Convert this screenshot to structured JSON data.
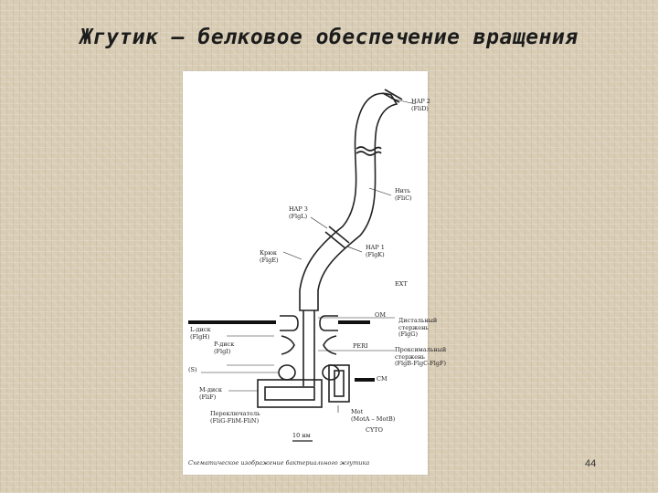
{
  "slide": {
    "title": "Жгутик – белковое обеспечение вращения",
    "page_number": "44"
  },
  "figure": {
    "labels": {
      "hap2": "HAP 2",
      "hap2_sub": "(FliD)",
      "filament": "Нить",
      "filament_sub": "(FliC)",
      "hap3": "HAP 3",
      "hap3_sub": "(FlgL)",
      "hook": "Крюк",
      "hook_sub": "(FlgE)",
      "hap1": "HAP 1",
      "hap1_sub": "(FlgK)",
      "ext": "EXT",
      "om": "OM",
      "l_ring": "L-диск",
      "l_ring_sub": "(FlgH)",
      "distal_rod": "Дистальный",
      "distal_rod_2": "стержень",
      "distal_rod_sub": "(FlgG)",
      "p_ring": "P-диск",
      "p_ring_sub": "(FlgI)",
      "peri": "PERI",
      "proximal_rod": "Проксимальный",
      "proximal_rod_2": "стержень",
      "proximal_rod_sub": "(FlgB-FlgC-FlgF)",
      "s_ring": "(S)",
      "m_ring": "M-диск",
      "m_ring_sub": "(FliF)",
      "cm": "CM",
      "switch": "Переключатель",
      "switch_sub": "(FliG-FliM-FliN)",
      "mot": "Mot",
      "mot_sub": "(MotA – MotB)",
      "cyto": "CYTO",
      "scale": "10 нм"
    },
    "caption": "Схематическое изображение бактериального жгутика"
  }
}
